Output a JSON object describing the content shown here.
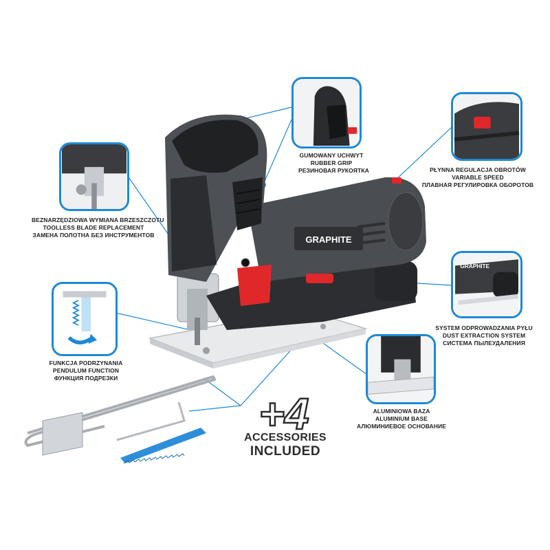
{
  "brand": {
    "logo_text": "GRAPHITE",
    "accent_color": "#1e88d6",
    "trigger_color": "#e0282b",
    "body_color": "#3b3d40"
  },
  "features": {
    "rubber_grip": [
      "GUMOWANY UCHWYT",
      "RUBBER GRIP",
      "РЕЗИНОВАЯ РУКОЯТКА"
    ],
    "variable_speed": [
      "PŁYNNA REGULACJA OBROTÓW",
      "VARIABLE SPEED",
      "ПЛАВНАЯ РЕГУЛИРОВКА ОБОРОТОВ"
    ],
    "toolless_blade": [
      "BEZNARZĘDZIOWA WYMIANA BRZESZCZOTU",
      "TOOLLESS BLADE REPLACEMENT",
      "ЗАМЕНА ПОЛОТНА БЕЗ ИНСТРУМЕНТОВ"
    ],
    "dust_extraction": [
      "SYSTEM ODPROWADZANIA PYŁU",
      "DUST EXTRACTION SYSTEM",
      "СИСТЕМА ПЫЛЕУДАЛЕНИЯ"
    ],
    "pendulum": [
      "FUNKCJA PODRZYNANIA",
      "PENDULUM FUNCTION",
      "ФУНКЦИЯ ПОДРЕЗКИ"
    ],
    "aluminium_base": [
      "ALUMINIOWA BAZA",
      "ALUMINIUM BASE",
      "АЛЮМИНИЕВОЕ ОСНОВАНИЕ"
    ]
  },
  "accessories": {
    "count": "+4",
    "line1": "ACCESSORIES",
    "line2": "INCLUDED"
  }
}
